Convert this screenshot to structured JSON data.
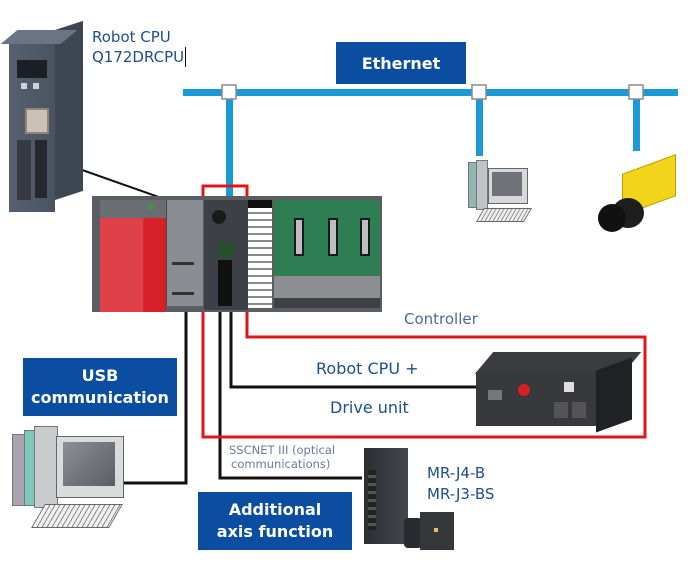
{
  "diagram": {
    "title": "Robot controller system configuration",
    "colors": {
      "ethernet": "#1a9ad6",
      "controller_border": "#e2141b",
      "label_box": "#0b4da1",
      "label_text": "#1d4e8f",
      "cable": "#111111"
    },
    "labels": {
      "robot_cpu_line1": "Robot CPU",
      "robot_cpu_line2": "Q172DRCPU",
      "ethernet": "Ethernet",
      "controller": "Controller",
      "robot_cpu_plus": "Robot CPU +",
      "drive_unit": "Drive unit",
      "usb_line1": "USB",
      "usb_line2": "communication",
      "sscnet_line1": "SSCNET III (optical",
      "sscnet_line2": "communications)",
      "additional_line1": "Additional",
      "additional_line2": "axis function",
      "servo_line1": "MR-J4-B",
      "servo_line2": "MR-J3-BS"
    },
    "nodes": [
      {
        "id": "robot-cpu-module",
        "kind": "cpu-module"
      },
      {
        "id": "plc-base-unit",
        "kind": "plc-rack"
      },
      {
        "id": "ethernet-pc",
        "kind": "computer"
      },
      {
        "id": "vision-camera",
        "kind": "camera"
      },
      {
        "id": "drive-unit",
        "kind": "drive-unit"
      },
      {
        "id": "usb-pc",
        "kind": "computer"
      },
      {
        "id": "servo-amplifier",
        "kind": "servo"
      }
    ],
    "connections": [
      {
        "from": "plc-base-unit",
        "to": "ethernet-bus",
        "type": "Ethernet"
      },
      {
        "from": "ethernet-bus",
        "to": "ethernet-pc",
        "type": "Ethernet"
      },
      {
        "from": "ethernet-bus",
        "to": "vision-camera",
        "type": "Ethernet"
      },
      {
        "from": "plc-base-unit",
        "to": "drive-unit",
        "type": "cable"
      },
      {
        "from": "plc-base-unit",
        "to": "usb-pc",
        "type": "USB"
      },
      {
        "from": "plc-base-unit",
        "to": "servo-amplifier",
        "type": "SSCNET III"
      }
    ]
  }
}
